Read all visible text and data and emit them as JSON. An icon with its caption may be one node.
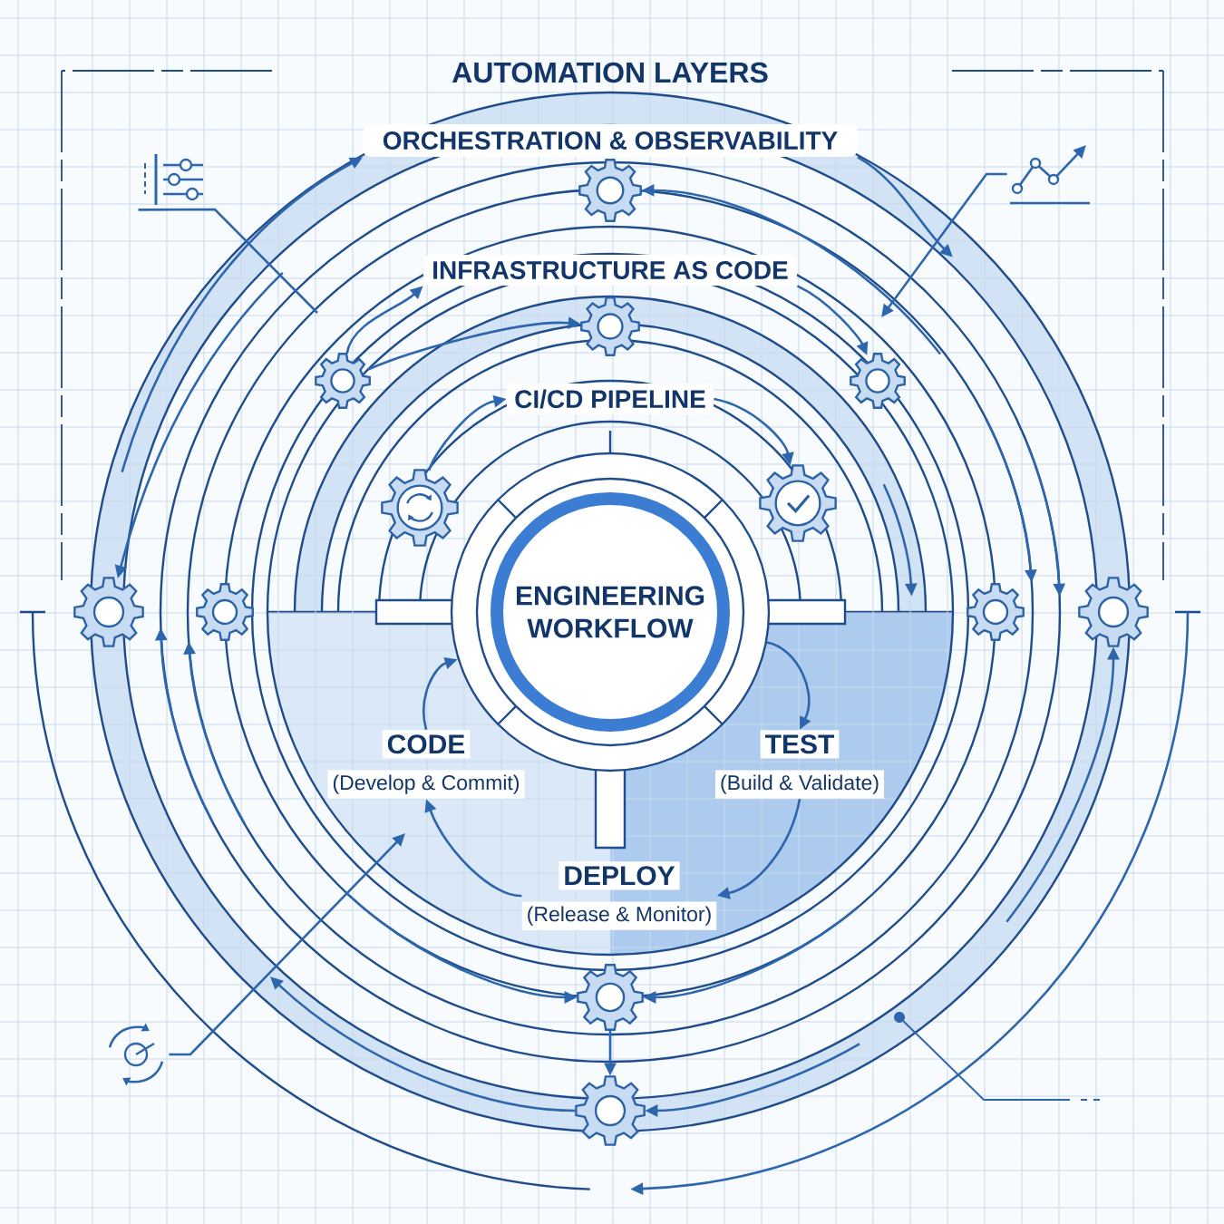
{
  "diagram": {
    "title": "AUTOMATION LAYERS",
    "nodes": [
      {
        "text": [
          "ORCHESTRATION & OBSERVABILITY"
        ]
      },
      {
        "text": [
          "INFRASTRUCTURE AS CODE"
        ]
      },
      {
        "text": [
          "CI/CD PIPELINE"
        ]
      },
      {
        "text": [
          "ENGINEERING WORKFLOW"
        ]
      },
      {
        "text": [
          "CODE",
          "(Develop & Commit)"
        ]
      },
      {
        "text": [
          "TEST",
          "(Build & Validate)"
        ]
      },
      {
        "text": [
          "DEPLOY",
          "(Release & Monitor)"
        ]
      },
      {
        "text": [],
        "shape": "gear"
      },
      {
        "text": [],
        "shape": "gear"
      },
      {
        "text": [],
        "shape": "gear"
      },
      {
        "text": [],
        "shape": "gear"
      },
      {
        "text": [],
        "shape": "gear"
      },
      {
        "text": [],
        "shape": "gear"
      },
      {
        "text": [],
        "shape": "gear"
      },
      {
        "text": [],
        "shape": "gear"
      },
      {
        "text": [],
        "shape": "gear"
      },
      {
        "text": [],
        "shape": "gear"
      },
      {
        "text": [],
        "shape": "gear"
      },
      {
        "text": [],
        "shape": "gear"
      },
      {
        "text": [],
        "shape": "picture"
      },
      {
        "text": [],
        "shape": "picture"
      },
      {
        "text": [],
        "shape": "picture"
      }
    ],
    "edges": [
      {
        "from": null,
        "to": 0,
        "arrow": "to"
      },
      {
        "from": null,
        "to": 13,
        "arrow": "to"
      },
      {
        "from": 0,
        "to": null,
        "arrow": "to"
      },
      {
        "from": null,
        "to": 7,
        "arrow": "to"
      },
      {
        "from": 9,
        "to": 1,
        "arrow": "to"
      },
      {
        "from": 9,
        "to": 8,
        "arrow": "to"
      },
      {
        "from": 1,
        "to": 10,
        "arrow": "to"
      },
      {
        "from": 11,
        "to": 2,
        "arrow": "to"
      },
      {
        "from": 2,
        "to": 12,
        "arrow": "to"
      },
      {
        "from": 4,
        "to": 3,
        "arrow": "to"
      },
      {
        "from": 3,
        "to": 5,
        "arrow": "to"
      },
      {
        "from": 5,
        "to": 6,
        "arrow": "to"
      },
      {
        "from": 6,
        "to": 4,
        "arrow": "to"
      },
      {
        "from": null,
        "to": 17,
        "arrow": "to"
      },
      {
        "from": null,
        "to": 17,
        "arrow": "to"
      },
      {
        "from": 17,
        "to": 18,
        "arrow": "to"
      },
      {
        "from": null,
        "to": 18,
        "arrow": "to"
      },
      {
        "from": 18,
        "to": null,
        "arrow": "to"
      },
      {
        "from": null,
        "to": 16,
        "arrow": "to"
      },
      {
        "from": 19,
        "to": null,
        "arrow": "none"
      },
      {
        "from": 20,
        "to": null,
        "arrow": "to"
      },
      {
        "from": 21,
        "to": null,
        "arrow": "to"
      }
    ]
  }
}
